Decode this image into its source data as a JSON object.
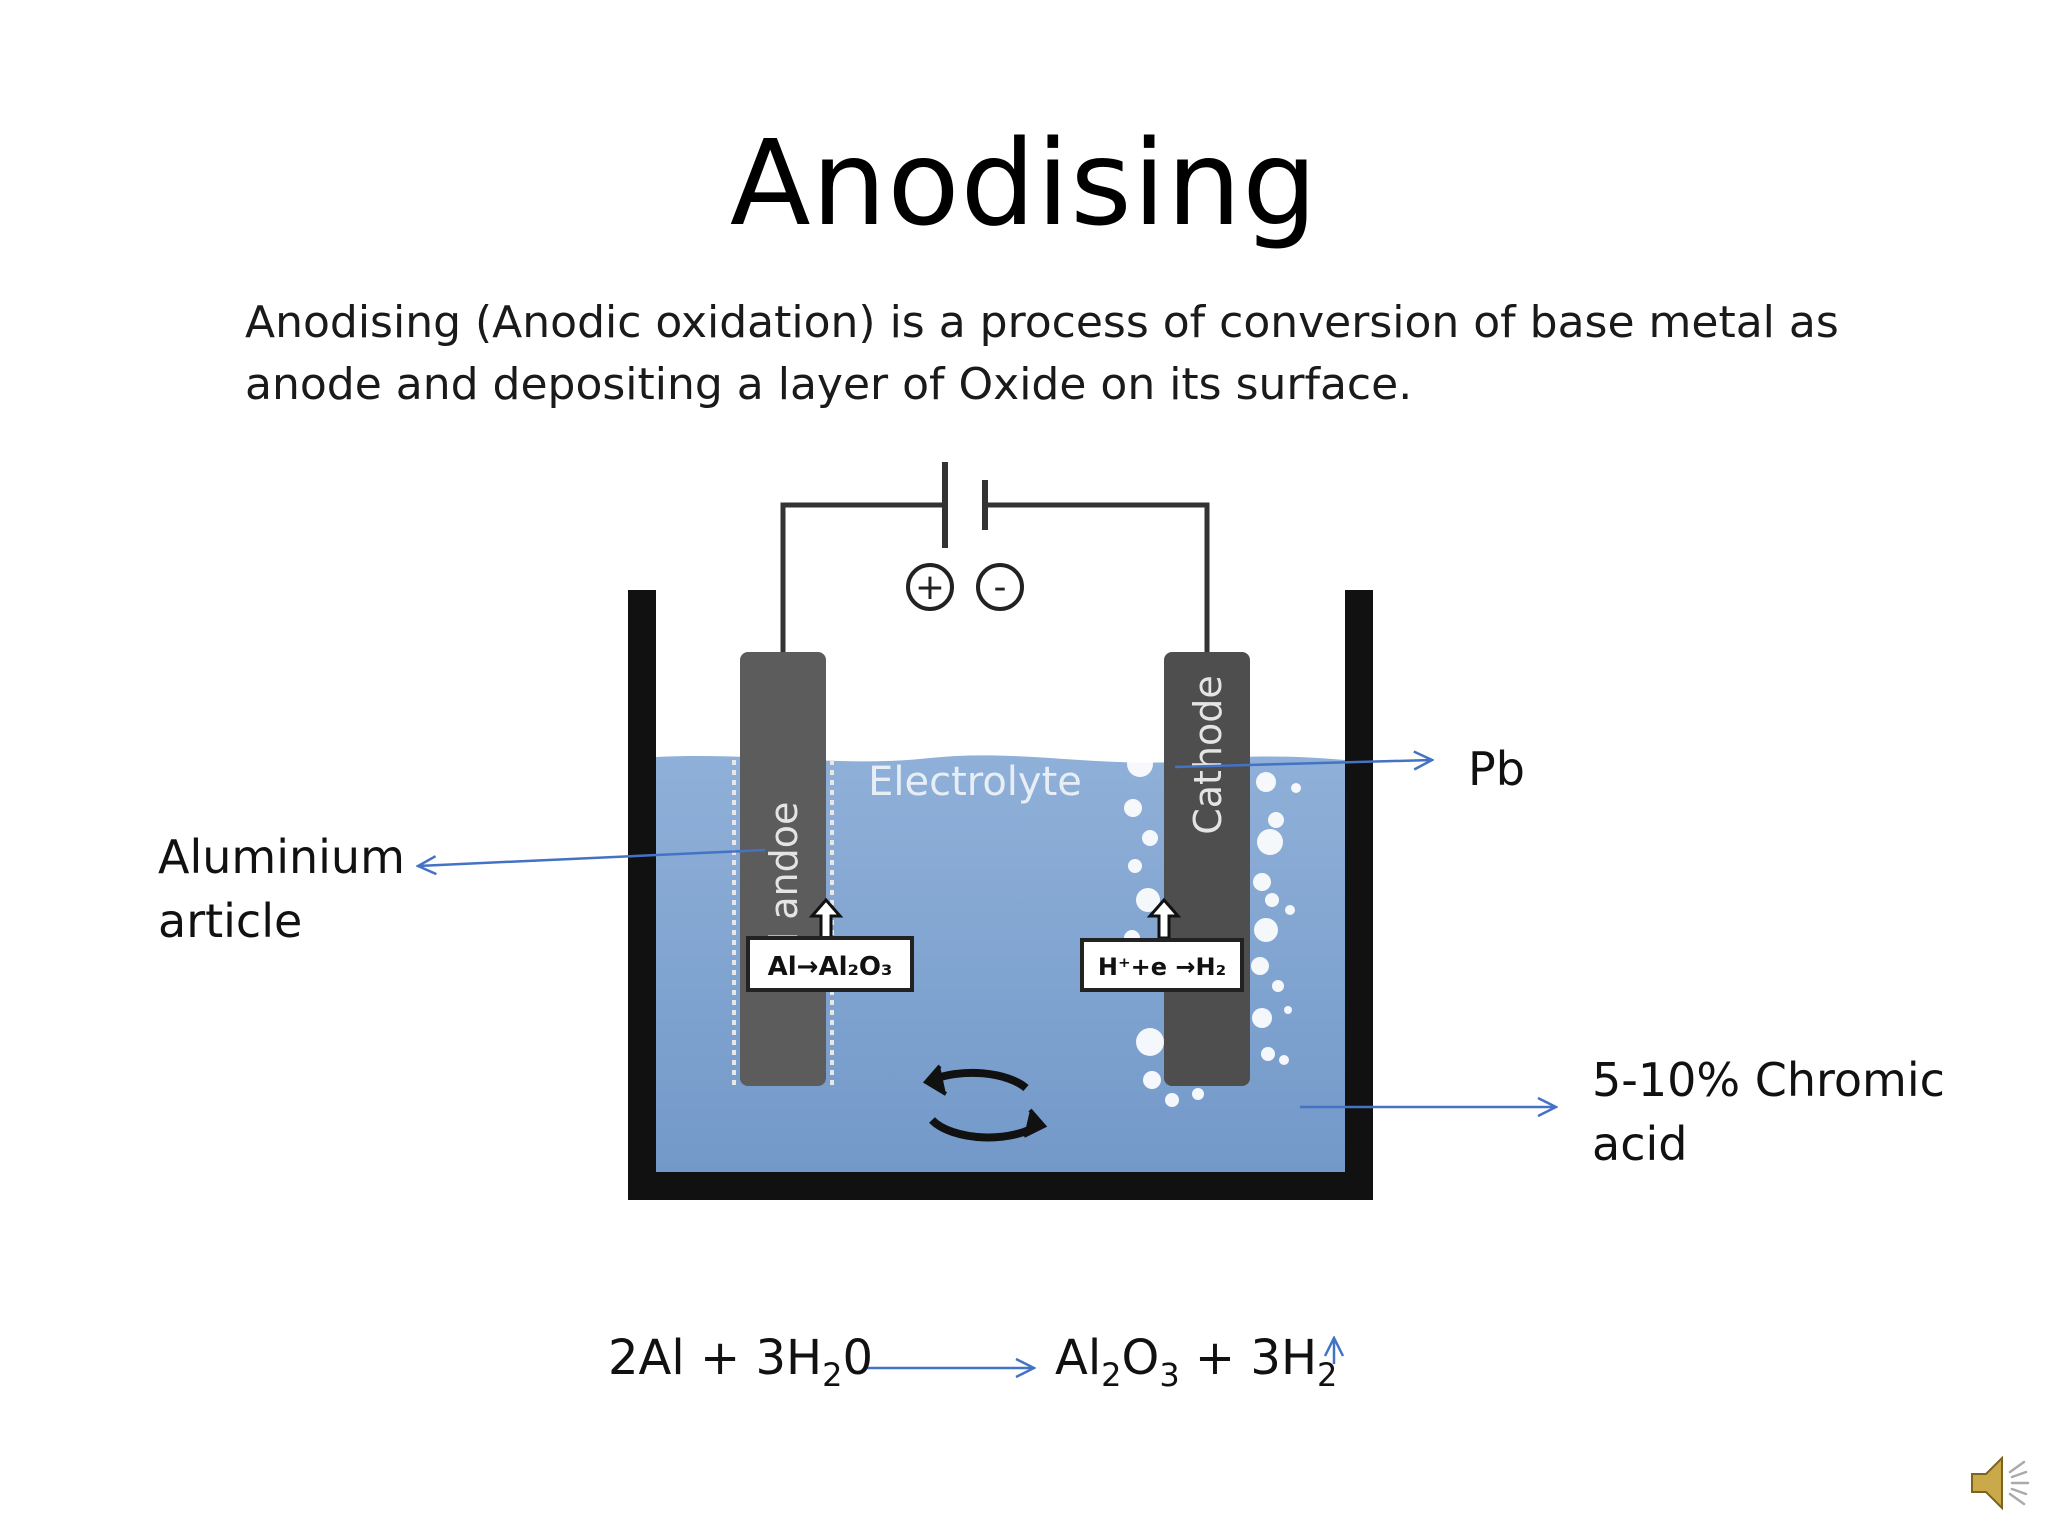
{
  "slide": {
    "title": "Anodising",
    "intro_line1": "Anodising (Anodic oxidation) is a process of conversion of base metal as",
    "intro_line2": "anode and depositing a layer of Oxide on its surface."
  },
  "diagram": {
    "anode_label": "Al andoe",
    "cathode_label": "Cathode",
    "electrolyte_label": "Electrolyte",
    "anode_reaction": "Al→Al₂O₃",
    "cathode_reaction": "H⁺+e →H₂",
    "plus_symbol": "+",
    "minus_symbol": "-",
    "colors": {
      "electrolyte": "#7fa2cf",
      "electrode": "#5a5a5a",
      "arrow": "#4472c4"
    }
  },
  "callouts": {
    "aluminium_line1": "Aluminium",
    "aluminium_line2": "article",
    "pb": "Pb",
    "acid_line1": "5-10% Chromic",
    "acid_line2": "acid"
  },
  "equation": {
    "lhs_a": "2Al + 3H",
    "lhs_sub": "2",
    "lhs_b": "0",
    "rhs_a": "Al",
    "rhs_sub1": "2",
    "rhs_b": "O",
    "rhs_sub2": "3",
    "rhs_c": " + 3H",
    "rhs_sub3": "2"
  },
  "icons": {
    "audio": "speaker-icon"
  }
}
